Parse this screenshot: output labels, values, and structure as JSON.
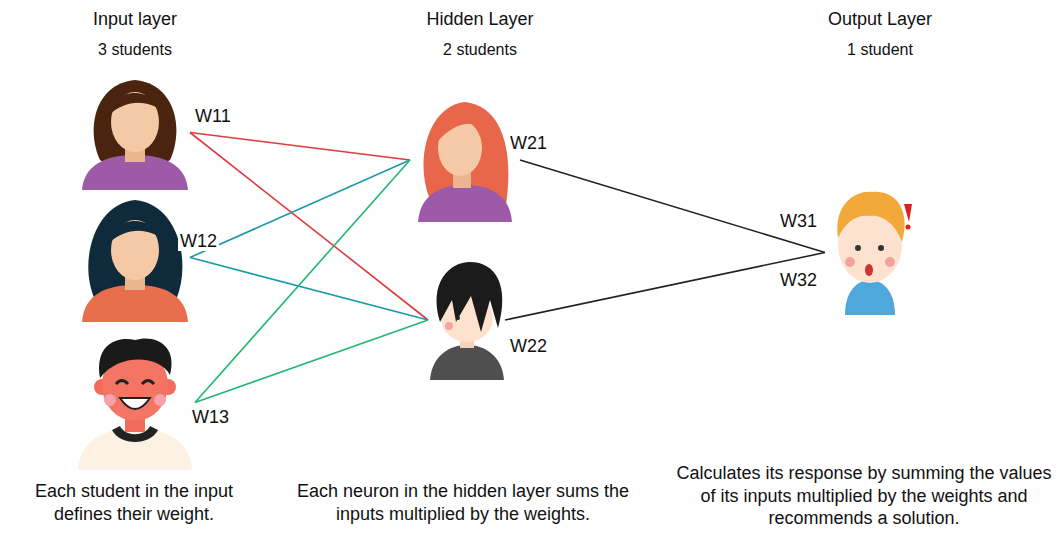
{
  "diagram": {
    "nodes": [
      {
        "text": [
          "W11"
        ]
      },
      {
        "text": [
          "W12"
        ]
      },
      {
        "text": [
          "W13"
        ]
      },
      {
        "text": [
          "W21"
        ]
      },
      {
        "text": [
          "W22"
        ]
      },
      {
        "text": [
          "W31",
          "W32"
        ]
      }
    ],
    "edges": [
      {
        "from": 0,
        "to": 3,
        "arrow": "none"
      },
      {
        "from": 0,
        "to": 4,
        "arrow": "none"
      },
      {
        "from": 1,
        "to": 3,
        "arrow": "none"
      },
      {
        "from": 1,
        "to": 4,
        "arrow": "none"
      },
      {
        "from": 2,
        "to": 3,
        "arrow": "none"
      },
      {
        "from": 2,
        "to": 4,
        "arrow": "none"
      },
      {
        "from": 3,
        "to": 5,
        "arrow": "none"
      },
      {
        "from": 4,
        "to": 5,
        "arrow": "none"
      }
    ],
    "labels": [
      "Input layer",
      "3 students",
      "Hidden Layer",
      "2 students",
      "Output Layer",
      "1 student",
      "Each student in the input defines their weight.",
      "Each neuron in the hidden layer sums the inputs multiplied by the weights.",
      "Calculates its response by summing the values of its inputs multiplied by the weights and recommends a solution."
    ]
  }
}
